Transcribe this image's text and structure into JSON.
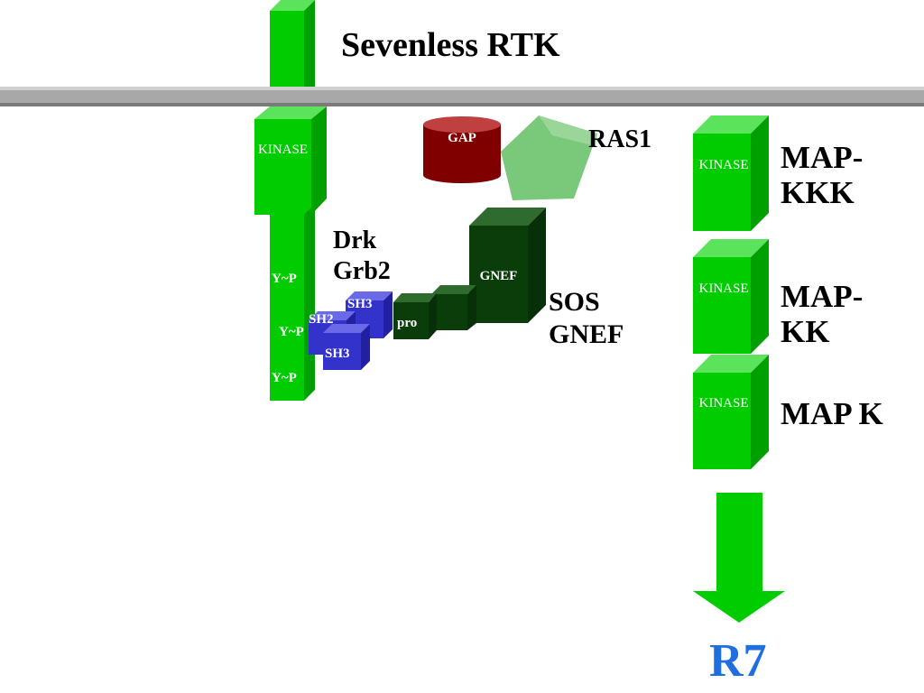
{
  "title": "Sevenless RTK",
  "colors": {
    "receptor_green": "#00cc00",
    "kinase_green": "#00cc00",
    "sos_dark_green": "#0b3d0b",
    "gap_red": "#800000",
    "ras_green": "#7ac87a",
    "drk_blue": "#3333cc",
    "membrane_gray": "#a6a6a6",
    "r7_blue": "#1f6fe0"
  },
  "receptor": {
    "kinase_label": "KINASE",
    "phospho_sites": [
      "Y~P",
      "Y~P",
      "Y~P"
    ]
  },
  "drk": {
    "name": "Drk\nGrb2",
    "domains": {
      "sh3_top": "SH3",
      "sh2": "SH2",
      "sh3_bottom": "SH3"
    }
  },
  "sos": {
    "pro_label": "pro",
    "gnef_block_label": "GNEF",
    "name": "SOS\nGNEF"
  },
  "gap_label": "GAP",
  "ras_label": "RAS1",
  "cascade": [
    {
      "kinase_label": "KINASE",
      "name": "MAP-\nKKK"
    },
    {
      "kinase_label": "KINASE",
      "name": "MAP-\nKK"
    },
    {
      "kinase_label": "KINASE",
      "name": "MAP K"
    }
  ],
  "output": "R7"
}
